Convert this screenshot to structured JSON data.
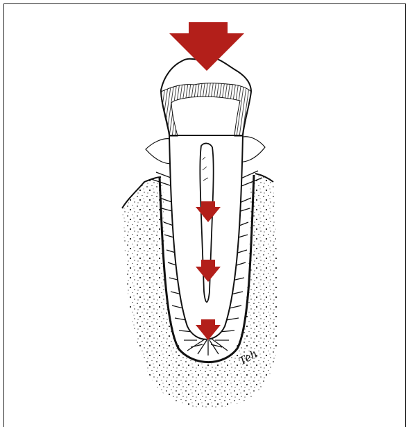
{
  "figure": {
    "subject": "tooth-in-socket",
    "signature": "Teh",
    "colors": {
      "arrow": "#b31f1a",
      "outline": "#111111",
      "bone_fill": "#ffffff",
      "bone_dots": "#222222",
      "background": "#ffffff"
    },
    "arrow_count": 4,
    "icons": [
      "occlusal-force-arrow",
      "root-force-arrow"
    ]
  }
}
